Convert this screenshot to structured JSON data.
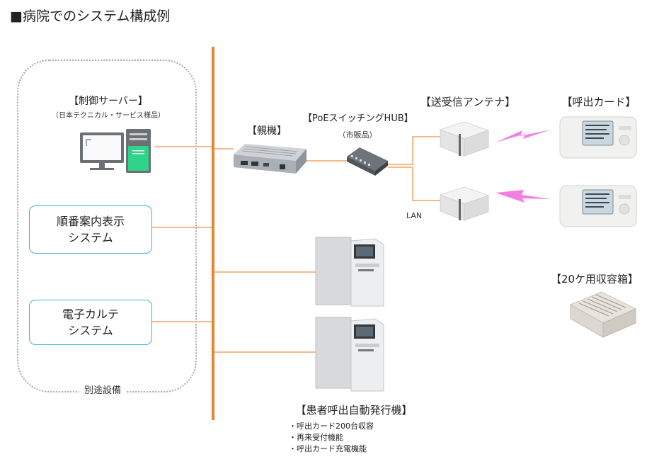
{
  "title": "■病院でのシステム構成例",
  "group": {
    "label": "別途設備"
  },
  "server": {
    "title": "【制御サーバー】",
    "note": "（日本テクニカル・サービス様品）",
    "icon": "server-pc-icon"
  },
  "systems": [
    {
      "line1": "順番案内表示",
      "line2": "システム"
    },
    {
      "line1": "電子カルテ",
      "line2": "システム"
    }
  ],
  "parent": {
    "title": "【親機】",
    "icon": "controller-box-icon"
  },
  "hub": {
    "title": "【PoEスイッチングHUB】",
    "note": "（市販品）",
    "icon": "switching-hub-icon"
  },
  "antenna": {
    "title": "【送受信アンテナ】",
    "icon": "antenna-icon"
  },
  "card": {
    "title": "【呼出カード】",
    "icon": "call-card-icon"
  },
  "lan_label": "LAN",
  "storage": {
    "title": "【20ケ用収容箱】",
    "icon": "storage-box-icon"
  },
  "kiosk": {
    "title": "【患者呼出自動発行機】",
    "features": [
      "・呼出カード200台収容",
      "・再来受付機能",
      "・呼出カード充電機能"
    ],
    "icon": "kiosk-icon"
  },
  "colors": {
    "backbone": "#e9872e",
    "link": "#f6b98a",
    "system_border": "#38b3d8",
    "signal": "#f47fe2"
  }
}
